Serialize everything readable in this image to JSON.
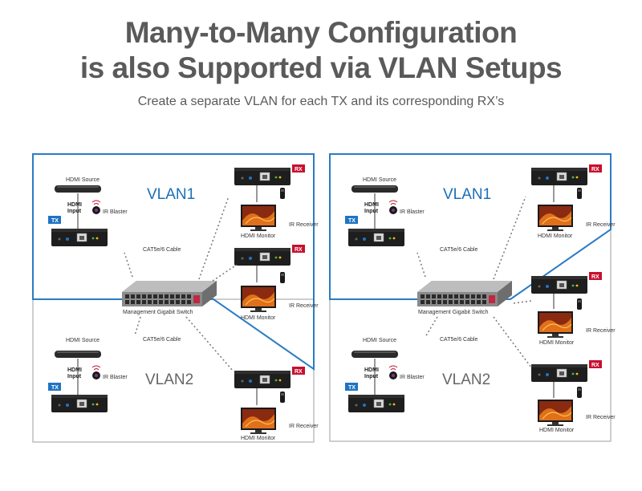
{
  "header": {
    "title_line1": "Many-to-Many Configuration",
    "title_line2": "is also Supported via VLAN Setups",
    "subtitle": "Create a separate VLAN for each TX and its corresponding RX’s"
  },
  "labels": {
    "vlan1": "VLAN1",
    "vlan2": "VLAN2",
    "tx": "TX",
    "rx": "RX",
    "hdmi_source": "HDMI Source",
    "hdmi_input_line1": "HDMI",
    "hdmi_input_line2": "Input",
    "ir_blaster": "IR Blaster",
    "ir_receiver": "IR Receiver",
    "hdmi_monitor": "HDMI Monitor",
    "cable": "CAT5e/6 Cable",
    "switch": "Management Gigabit Switch"
  },
  "colors": {
    "vlan1_border": "#2b7cc4",
    "vlan2_border": "#bdbdbd",
    "tx_badge": "#1f74c4",
    "rx_badge": "#c8102e",
    "title": "#5a5a5a"
  },
  "icons": [
    "hdmi-source-device-icon",
    "transmitter-icon",
    "receiver-icon",
    "monitor-icon",
    "ir-blaster-icon",
    "ir-receiver-icon",
    "network-switch-icon",
    "cable-icon"
  ]
}
